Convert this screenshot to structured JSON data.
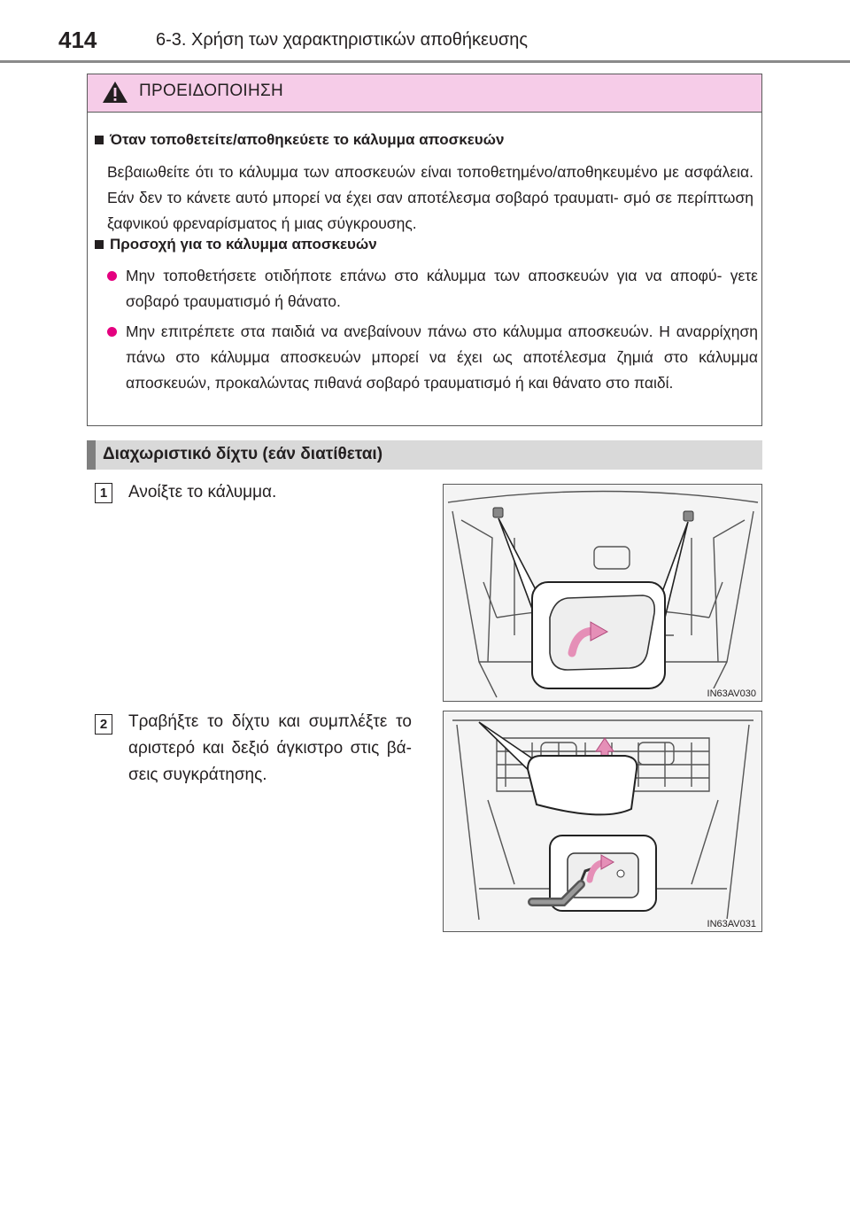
{
  "header": {
    "page_number": "414",
    "section_title": "6-3. Χρήση των χαρακτηριστικών αποθήκευσης"
  },
  "warning": {
    "title": "ΠΡΟΕΙΔΟΠΟΙΗΣΗ",
    "items": [
      {
        "heading": "Όταν τοποθετείτε/αποθηκεύετε το κάλυμμα αποσκευών",
        "text": "Βεβαιωθείτε ότι το κάλυμμα των αποσκευών είναι τοποθετημένο/αποθηκευμένο με ασφάλεια. Εάν δεν το κάνετε αυτό μπορεί να έχει σαν αποτέλεσμα σοβαρό τραυματι- σμό σε περίπτωση ξαφνικού φρεναρίσματος ή μιας σύγκρουσης."
      },
      {
        "heading": "Προσοχή για το κάλυμμα αποσκευών",
        "bullets": [
          "Μην τοποθετήσετε οτιδήποτε επάνω στο κάλυμμα των αποσκευών για να αποφύ- γετε σοβαρό τραυματισμό ή θάνατο.",
          "Μην επιτρέπετε στα παιδιά να ανεβαίνουν πάνω στο κάλυμμα αποσκευών. Η αναρρίχηση πάνω στο κάλυμμα αποσκευών μπορεί να έχει ως αποτέλεσμα ζημιά στο κάλυμμα αποσκευών, προκαλώντας πιθανά σοβαρό τραυματισμό ή και θάνατο στο παιδί."
        ]
      }
    ]
  },
  "subsection": {
    "title": "Διαχωριστικό δίχτυ (εάν διατίθεται)"
  },
  "steps": [
    {
      "number": "1",
      "text": "Ανοίξτε το κάλυμμα.",
      "figure_code": "IN63AV030"
    },
    {
      "number": "2",
      "text": "Τραβήξτε το δίχτυ και συμπλέξτε το αριστερό και δεξιό άγκιστρο στις βά- σεις συγκράτησης.",
      "figure_code": "IN63AV031"
    }
  ],
  "colors": {
    "warning_header": "#f6cce8",
    "bullet_accent": "#e4007f",
    "banner": "#d9d9d9"
  }
}
